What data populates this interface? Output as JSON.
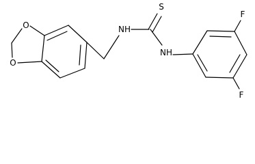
{
  "molecule": {
    "atom_labels": {
      "o_upper": "O",
      "o_lower": "O",
      "nh_left": "NH",
      "nh_right": "NH",
      "s": "S",
      "f_top": "F",
      "f_bottom": "F"
    },
    "colors": {
      "bond": "#000000",
      "label": "#000000",
      "background": "#ffffff"
    }
  }
}
